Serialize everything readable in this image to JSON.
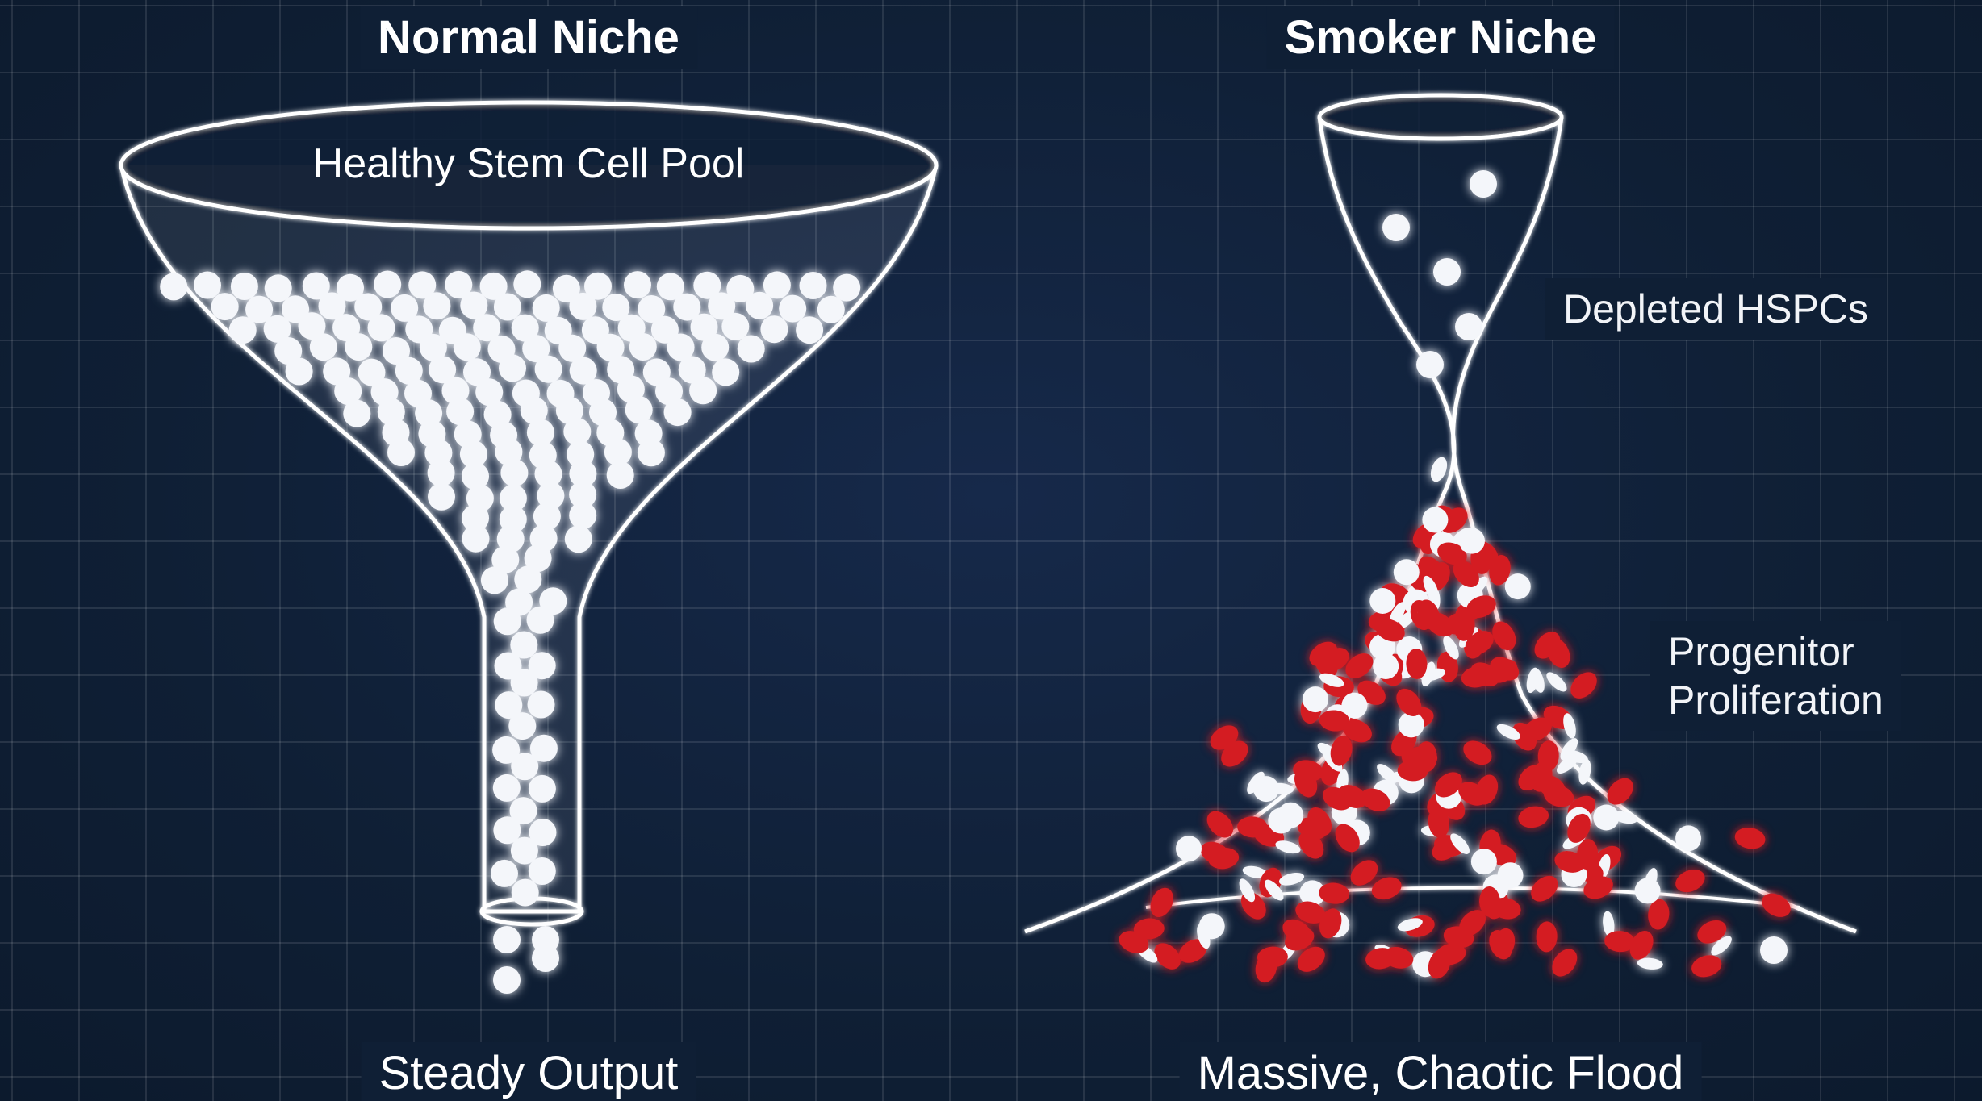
{
  "normal_niche": {
    "title": "Normal Niche",
    "pool_label": "Healthy Stem Cell Pool",
    "caption": "Steady Output"
  },
  "smoker_niche": {
    "title": "Smoker Niche",
    "depleted_label": "Depleted HSPCs",
    "proliferation_label": [
      "Progenitor",
      "Proliferation"
    ],
    "caption": "Massive, Chaotic Flood"
  },
  "colors": {
    "background": "#0f1f35",
    "outline": "#ffffff",
    "stem_cell": "#f4f6fa",
    "red_cell": "#d41c24"
  }
}
